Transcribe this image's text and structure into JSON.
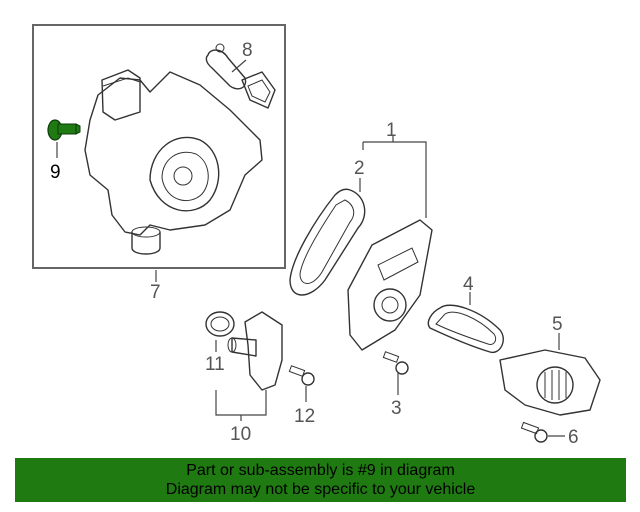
{
  "diagram": {
    "callouts": [
      "1",
      "2",
      "3",
      "4",
      "5",
      "6",
      "7",
      "8",
      "9",
      "10",
      "11",
      "12"
    ],
    "highlight_color": "#1f7a12"
  },
  "banner": {
    "line1": "Part or sub-assembly is #9 in diagram",
    "line2": "Diagram may not be specific to your vehicle",
    "background": "#1f7a12"
  }
}
